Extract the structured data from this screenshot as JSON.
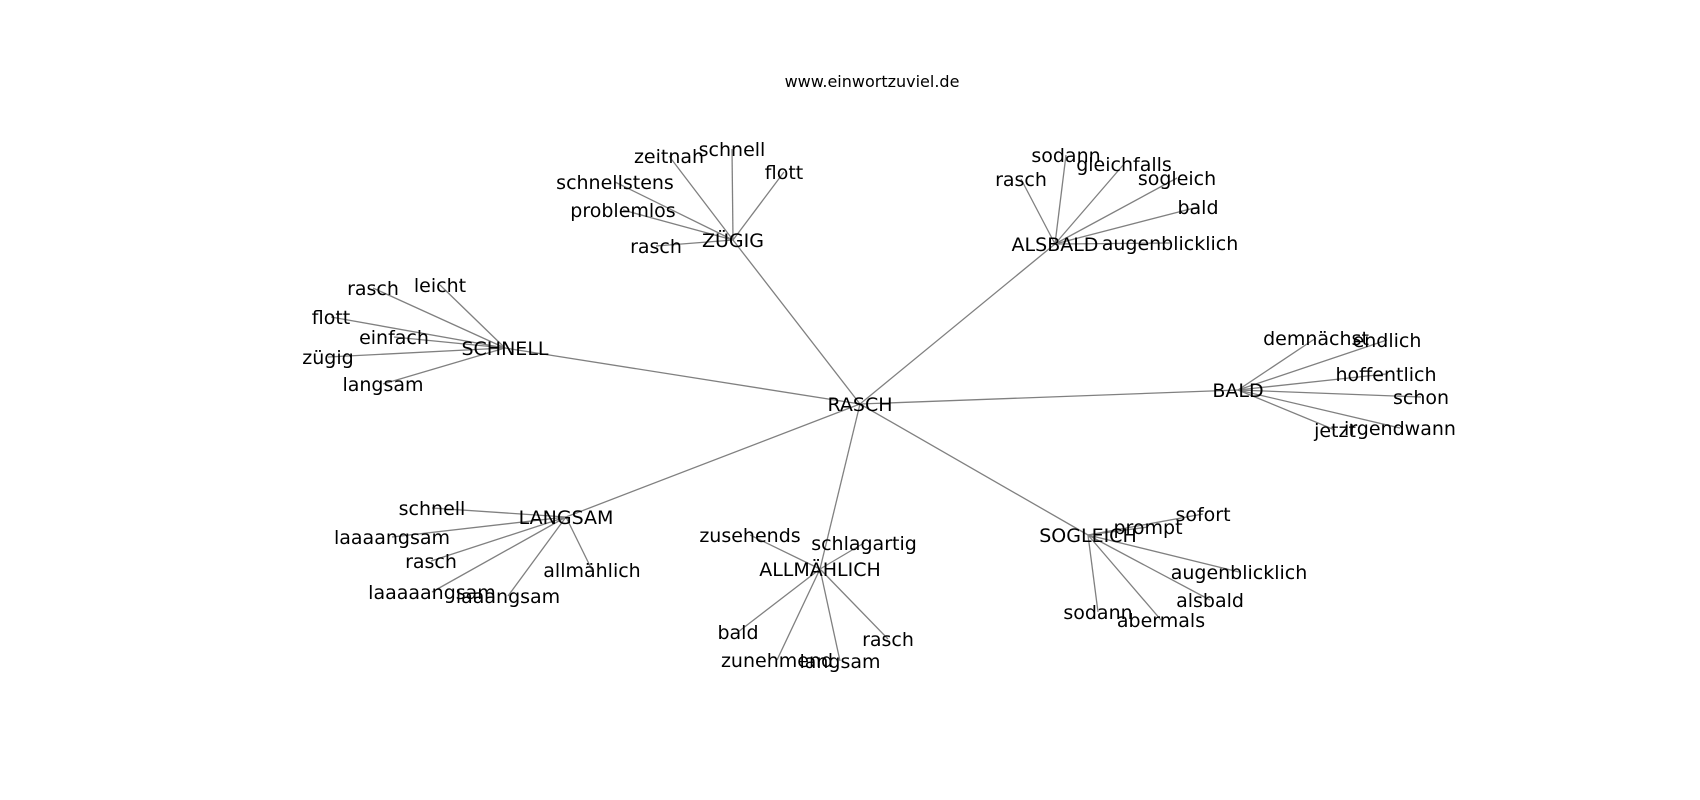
{
  "source": "www.einwortzuviel.de",
  "root": "RASCH",
  "clusters": [
    {
      "hub": "ZÜGIG",
      "words": [
        "zeitnah",
        "schnell",
        "flott",
        "schnellstens",
        "problemlos",
        "rasch"
      ]
    },
    {
      "hub": "ALSBALD",
      "words": [
        "sodann",
        "gleichfalls",
        "rasch",
        "sogleich",
        "bald",
        "augenblicklich"
      ]
    },
    {
      "hub": "SCHNELL",
      "words": [
        "rasch",
        "leicht",
        "flott",
        "einfach",
        "zügig",
        "langsam"
      ]
    },
    {
      "hub": "BALD",
      "words": [
        "demnächst",
        "endlich",
        "hoffentlich",
        "schon",
        "jetzt",
        "irgendwann"
      ]
    },
    {
      "hub": "LANGSAM",
      "words": [
        "schnell",
        "laaaangsam",
        "rasch",
        "laaaaangsam",
        "laaangsam",
        "allmählich"
      ]
    },
    {
      "hub": "ALLMÄHLICH",
      "words": [
        "zusehends",
        "schlagartig",
        "bald",
        "rasch",
        "zunehmend",
        "langsam"
      ]
    },
    {
      "hub": "SOGLEICH",
      "words": [
        "sofort",
        "prompt",
        "augenblicklich",
        "alsbald",
        "sodann",
        "abermals"
      ]
    }
  ]
}
